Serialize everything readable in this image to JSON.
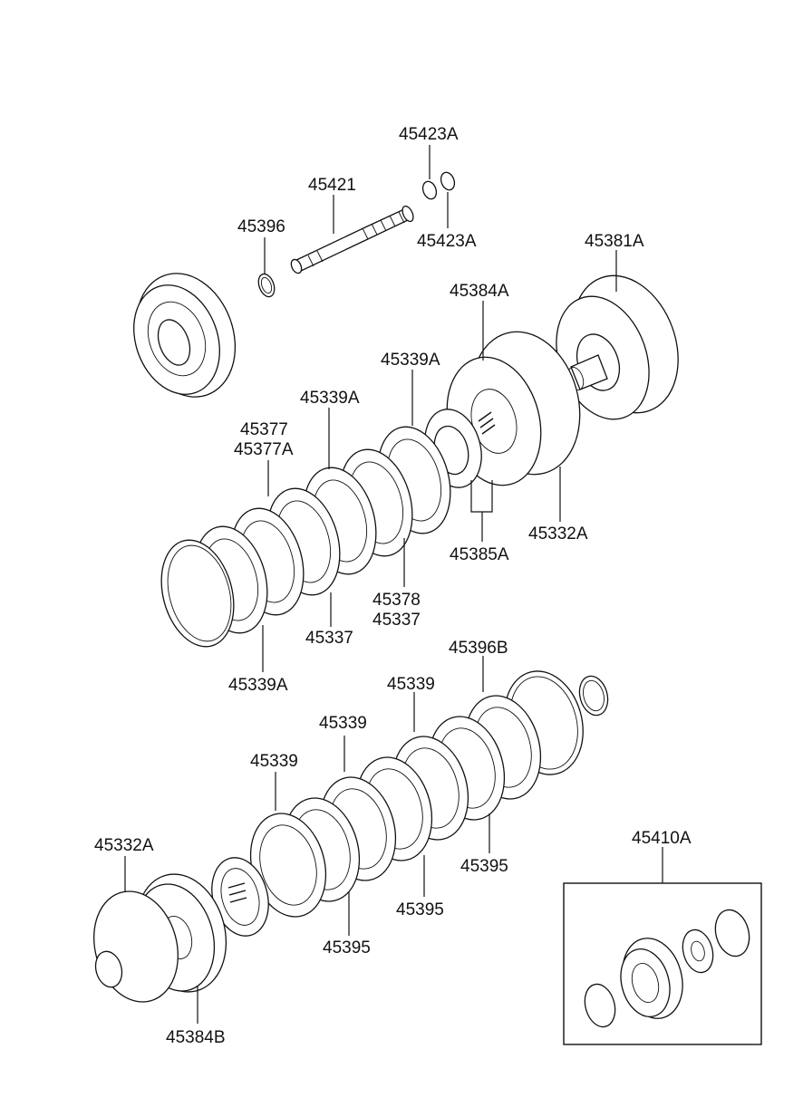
{
  "callouts": {
    "c1": "45423A",
    "c2": "45423A",
    "c3": "45421",
    "c4": "45396",
    "c5": "45381A",
    "c6": "45384A",
    "c7": "45339A",
    "c8": "45339A",
    "c9": "45377",
    "c10": "45377A",
    "c11": "45332A",
    "c12": "45385A",
    "c13": "45378",
    "c14": "45337",
    "c15": "45337",
    "c16": "45339A",
    "c17": "45396B",
    "c18": "45339",
    "c19": "45339",
    "c20": "45339",
    "c21": "45332A",
    "c22": "45395",
    "c23": "45395",
    "c24": "45395",
    "c25": "45384B",
    "c26": "45410A"
  }
}
